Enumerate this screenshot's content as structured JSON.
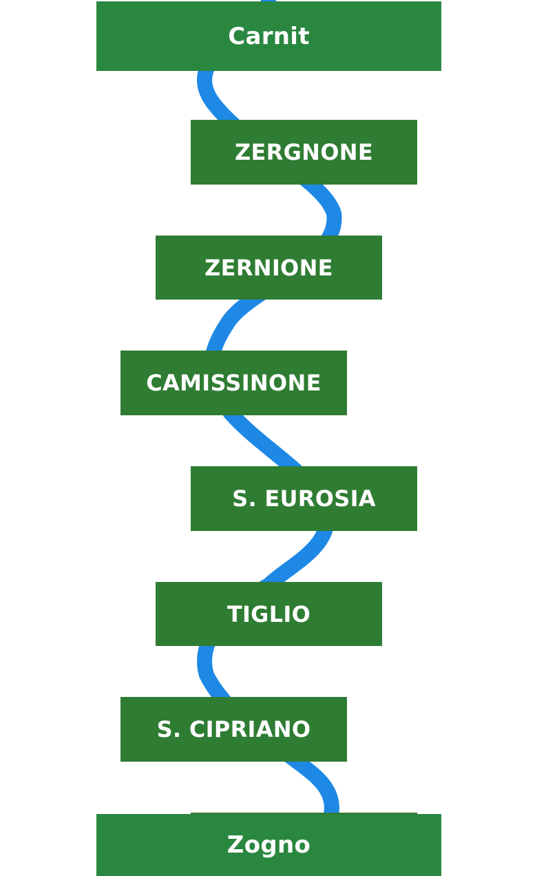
{
  "colors": {
    "route_line": "#1e88e5",
    "terminal_box": "#2a8740",
    "stop_box": "#2f7c33",
    "label_text": "#ffffff",
    "background": "#ffffff"
  },
  "route": {
    "start": "Carnit",
    "stops": [
      "ZERGNONE",
      "ZERNIONE",
      "CAMISSINONE",
      "S. EUROSIA",
      "TIGLIO",
      "S. CIPRIANO"
    ],
    "end": "Zogno"
  }
}
